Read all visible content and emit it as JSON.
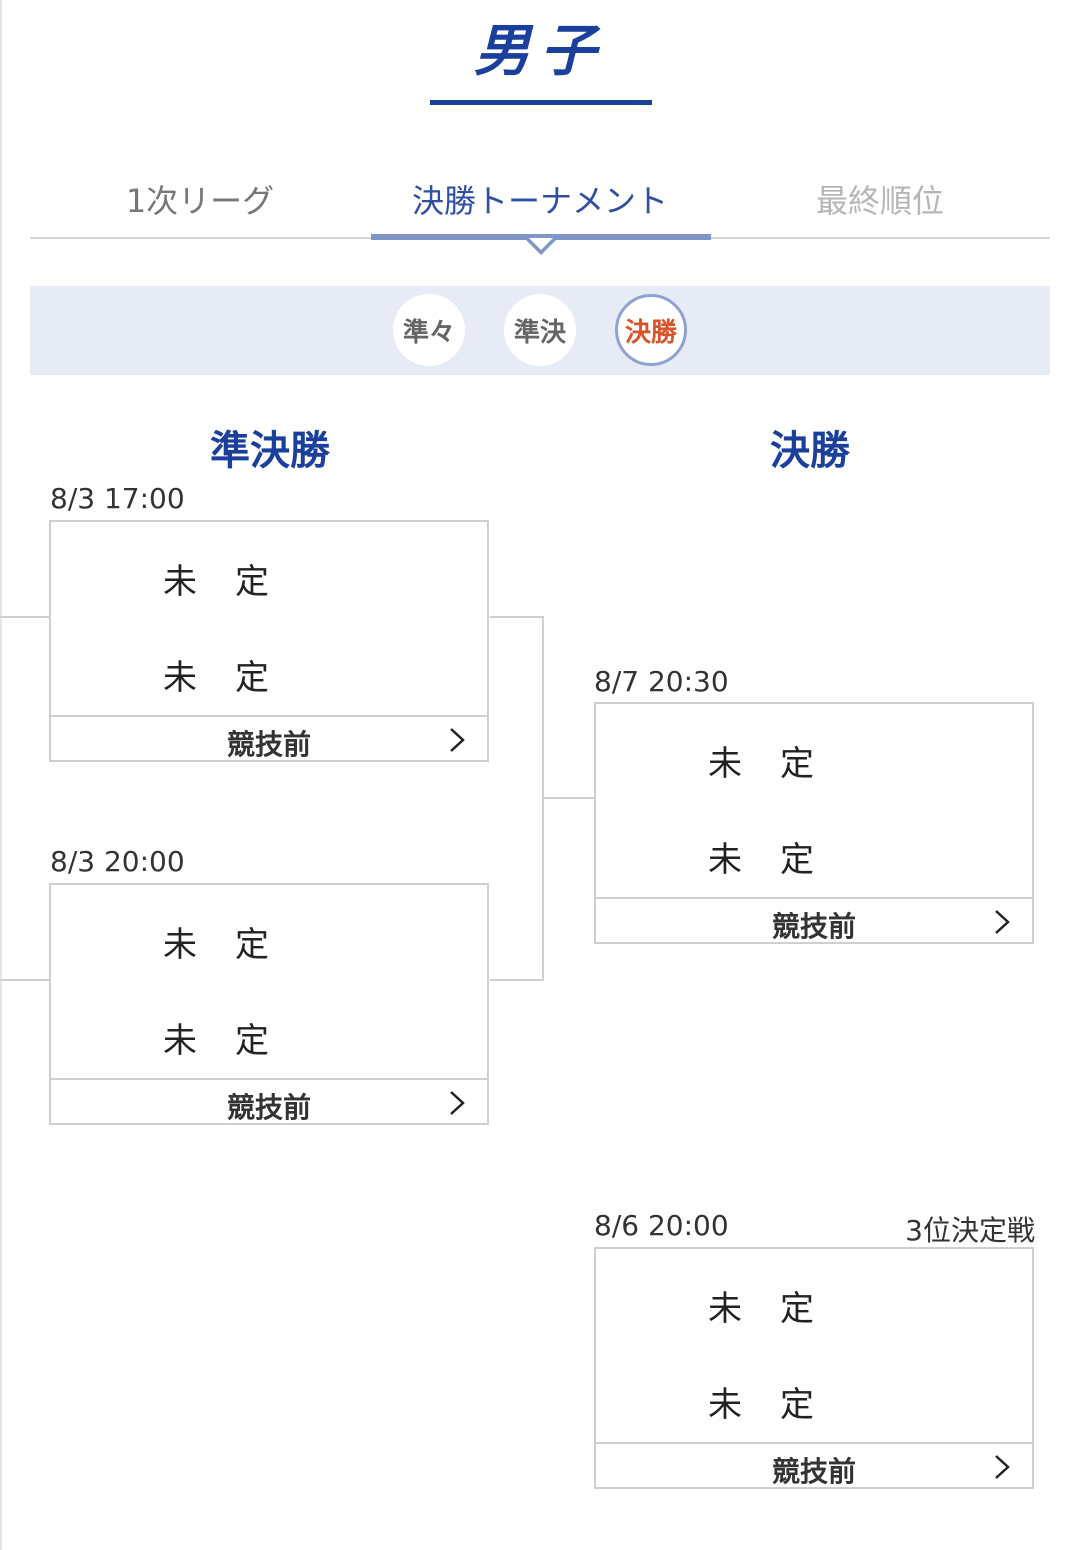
{
  "header": {
    "title": "男子"
  },
  "tabs": [
    {
      "label": "1次リーグ",
      "state": "normal"
    },
    {
      "label": "決勝トーナメント",
      "state": "active"
    },
    {
      "label": "最終順位",
      "state": "disabled"
    }
  ],
  "rounds": [
    {
      "label": "準々",
      "active": false
    },
    {
      "label": "準決",
      "active": false
    },
    {
      "label": "決勝",
      "active": true
    }
  ],
  "columns": {
    "semifinal": "準決勝",
    "final": "決勝"
  },
  "matches": {
    "sf1": {
      "time": "8/3 17:00",
      "team1": "未　定",
      "team2": "未　定",
      "status": "競技前"
    },
    "sf2": {
      "time": "8/3 20:00",
      "team1": "未　定",
      "team2": "未　定",
      "status": "競技前"
    },
    "final": {
      "time": "8/7 20:30",
      "team1": "未　定",
      "team2": "未　定",
      "status": "競技前"
    },
    "third": {
      "time": "8/6 20:00",
      "label": "3位決定戦",
      "team1": "未　定",
      "team2": "未　定",
      "status": "競技前"
    }
  },
  "colors": {
    "brand": "#1a3f9c",
    "tab_accent": "#7f96c9",
    "active_round": "#d9542b",
    "bar_bg": "#e7ebf5"
  }
}
